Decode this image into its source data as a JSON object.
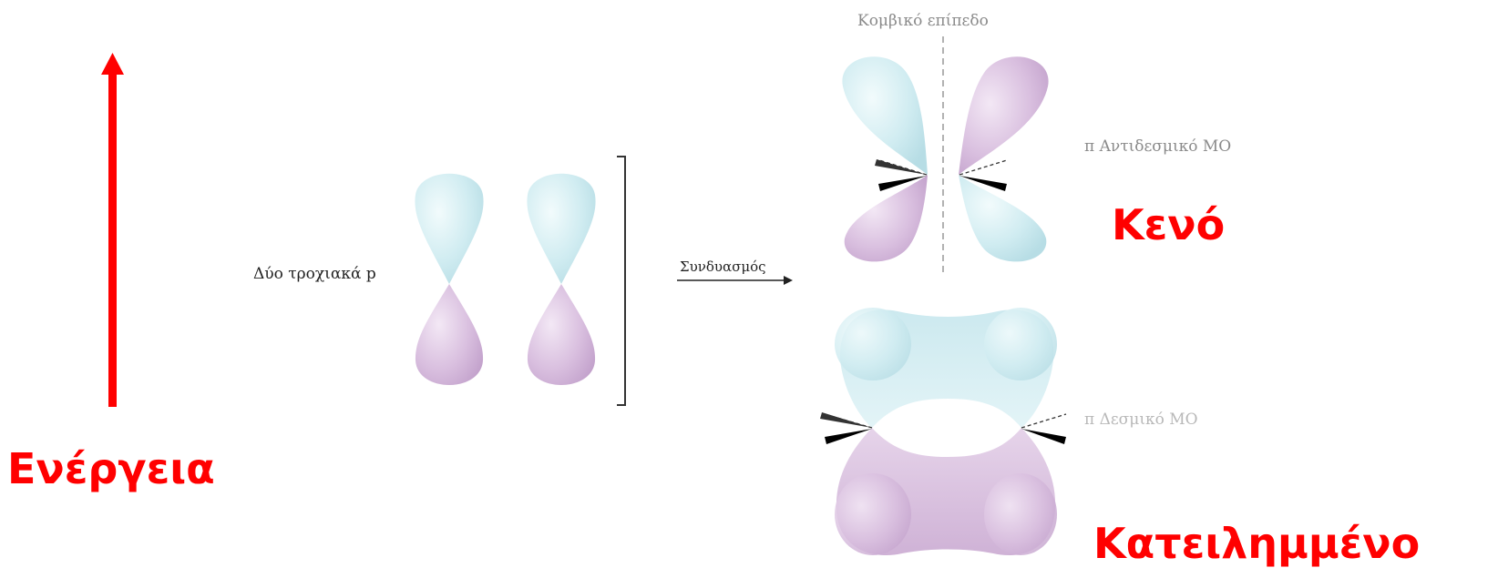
{
  "energy_axis": {
    "label": "Ενέργεια",
    "arrow_color": "#ff0000"
  },
  "left_diagram": {
    "label": "Δύο τροχιακά p"
  },
  "combination": {
    "label": "Συνδυασμός"
  },
  "antibonding": {
    "nodal_plane_label": "Κομβικό επίπεδο",
    "label": "π Αντιδεσμικό MO",
    "state": "Κενό"
  },
  "bonding": {
    "label": "π Δεσμικό MO",
    "state": "Κατειλημμένο"
  },
  "colors": {
    "lobe_blue": "#d3eef2",
    "lobe_purple": "#dbc3e0",
    "state_text": "#ff0000"
  }
}
